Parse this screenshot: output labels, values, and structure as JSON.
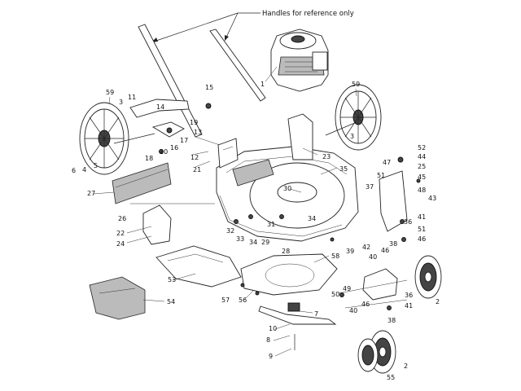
{
  "header": {
    "note": "Handles for reference only"
  },
  "parts": [
    {
      "id": "p1",
      "label": "1"
    },
    {
      "id": "p2a",
      "label": "2"
    },
    {
      "id": "p2b",
      "label": "2"
    },
    {
      "id": "p3a",
      "label": "3"
    },
    {
      "id": "p3b",
      "label": "3"
    },
    {
      "id": "p4",
      "label": "4"
    },
    {
      "id": "p5",
      "label": "5"
    },
    {
      "id": "p6",
      "label": "6"
    },
    {
      "id": "p7",
      "label": "7"
    },
    {
      "id": "p8",
      "label": "8"
    },
    {
      "id": "p9",
      "label": "9"
    },
    {
      "id": "p10",
      "label": "10"
    },
    {
      "id": "p11",
      "label": "11"
    },
    {
      "id": "p12",
      "label": "12"
    },
    {
      "id": "p13",
      "label": "13"
    },
    {
      "id": "p14",
      "label": "14"
    },
    {
      "id": "p15",
      "label": "15"
    },
    {
      "id": "p16",
      "label": "16"
    },
    {
      "id": "p17",
      "label": "17"
    },
    {
      "id": "p18",
      "label": "18"
    },
    {
      "id": "p19",
      "label": "19"
    },
    {
      "id": "p20",
      "label": "20"
    },
    {
      "id": "p21",
      "label": "21"
    },
    {
      "id": "p22",
      "label": "22"
    },
    {
      "id": "p23",
      "label": "23"
    },
    {
      "id": "p24",
      "label": "24"
    },
    {
      "id": "p25",
      "label": "25"
    },
    {
      "id": "p26",
      "label": "26"
    },
    {
      "id": "p27",
      "label": "27"
    },
    {
      "id": "p28",
      "label": "28"
    },
    {
      "id": "p29",
      "label": "29"
    },
    {
      "id": "p30",
      "label": "30"
    },
    {
      "id": "p31",
      "label": "31"
    },
    {
      "id": "p32",
      "label": "32"
    },
    {
      "id": "p33",
      "label": "33"
    },
    {
      "id": "p34a",
      "label": "34"
    },
    {
      "id": "p34b",
      "label": "34"
    },
    {
      "id": "p35",
      "label": "35"
    },
    {
      "id": "p36a",
      "label": "36"
    },
    {
      "id": "p36b",
      "label": "36"
    },
    {
      "id": "p37",
      "label": "37"
    },
    {
      "id": "p38a",
      "label": "38"
    },
    {
      "id": "p38b",
      "label": "38"
    },
    {
      "id": "p39",
      "label": "39"
    },
    {
      "id": "p40a",
      "label": "40"
    },
    {
      "id": "p40b",
      "label": "40"
    },
    {
      "id": "p41a",
      "label": "41"
    },
    {
      "id": "p41b",
      "label": "41"
    },
    {
      "id": "p42",
      "label": "42"
    },
    {
      "id": "p43",
      "label": "43"
    },
    {
      "id": "p44",
      "label": "44"
    },
    {
      "id": "p45",
      "label": "45"
    },
    {
      "id": "p46a",
      "label": "46"
    },
    {
      "id": "p46b",
      "label": "46"
    },
    {
      "id": "p46c",
      "label": "46"
    },
    {
      "id": "p47",
      "label": "47"
    },
    {
      "id": "p48",
      "label": "48"
    },
    {
      "id": "p49",
      "label": "49"
    },
    {
      "id": "p50",
      "label": "50"
    },
    {
      "id": "p51a",
      "label": "51"
    },
    {
      "id": "p51b",
      "label": "51"
    },
    {
      "id": "p52",
      "label": "52"
    },
    {
      "id": "p53",
      "label": "53"
    },
    {
      "id": "p54",
      "label": "54"
    },
    {
      "id": "p55",
      "label": "55"
    },
    {
      "id": "p56",
      "label": "56"
    },
    {
      "id": "p57",
      "label": "57"
    },
    {
      "id": "p58",
      "label": "58"
    },
    {
      "id": "p59a",
      "label": "59"
    },
    {
      "id": "p59b",
      "label": "59"
    }
  ]
}
